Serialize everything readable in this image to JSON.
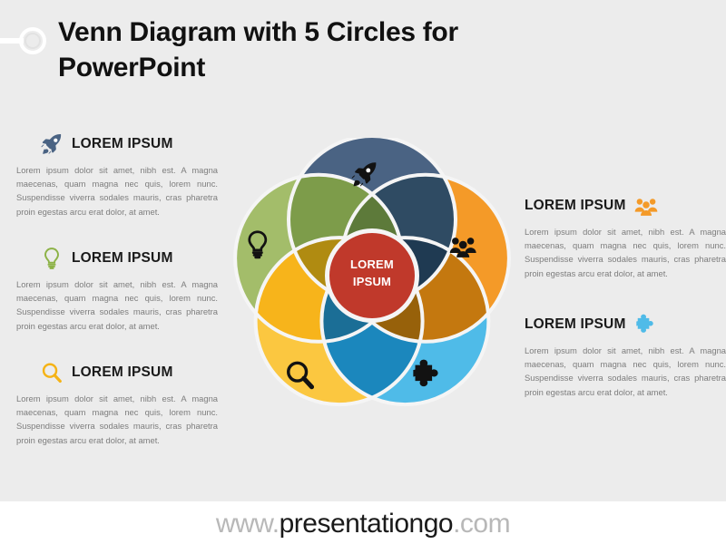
{
  "page": {
    "title_line1": "Venn Diagram with 5 Circles for",
    "title_line2": "PowerPoint",
    "background_color": "#ececec",
    "body_text": "Lorem ipsum dolor sit amet, nibh est. A magna maecenas, quam magna nec quis, lorem nunc. Suspendisse viverra sodales mauris, cras pharetra proin egestas arcu erat dolor, at amet."
  },
  "venn": {
    "center_label_line1": "LOREM",
    "center_label_line2": "IPSUM",
    "center_color": "#c0392b",
    "stroke_color": "#f5f5f5",
    "segments": [
      {
        "key": "rocket",
        "label": "LOREM IPSUM",
        "icon": "rocket-icon",
        "color": "#4a6383",
        "icon_color": "#4a6383"
      },
      {
        "key": "people",
        "label": "LOREM IPSUM",
        "icon": "people-icon",
        "color": "#f49a28",
        "icon_color": "#f49a28"
      },
      {
        "key": "puzzle",
        "label": "LOREM IPSUM",
        "icon": "puzzle-icon",
        "color": "#4fbbe8",
        "icon_color": "#4fbbe8"
      },
      {
        "key": "search",
        "label": "LOREM IPSUM",
        "icon": "magnifier-icon",
        "color": "#fbc740",
        "icon_color": "#f5b316"
      },
      {
        "key": "idea",
        "label": "LOREM IPSUM",
        "icon": "lightbulb-icon",
        "color": "#a3bd6a",
        "icon_color": "#8cb246"
      }
    ]
  },
  "blocks": {
    "left": [
      {
        "label": "LOREM IPSUM",
        "icon": "rocket-icon",
        "icon_color": "#4a6383",
        "text": "Lorem ipsum dolor sit amet, nibh est. A magna maecenas, quam magna nec quis, lorem nunc. Suspendisse viverra sodales mauris, cras pharetra proin egestas arcu erat dolor, at amet."
      },
      {
        "label": "LOREM IPSUM",
        "icon": "lightbulb-icon",
        "icon_color": "#8cb246",
        "text": "Lorem ipsum dolor sit amet, nibh est. A magna maecenas, quam magna nec quis, lorem nunc. Suspendisse viverra sodales mauris, cras pharetra proin egestas arcu erat dolor, at amet."
      },
      {
        "label": "LOREM IPSUM",
        "icon": "magnifier-icon",
        "icon_color": "#f5b316",
        "text": "Lorem ipsum dolor sit amet, nibh est. A magna maecenas, quam magna nec quis, lorem nunc. Suspendisse viverra sodales mauris, cras pharetra proin egestas arcu erat dolor, at amet."
      }
    ],
    "right": [
      {
        "label": "LOREM IPSUM",
        "icon": "people-icon",
        "icon_color": "#f49a28",
        "text": "Lorem ipsum dolor sit amet, nibh est. A magna maecenas, quam magna nec quis, lorem nunc. Suspendisse viverra sodales mauris, cras pharetra proin egestas arcu erat dolor, at amet."
      },
      {
        "label": "LOREM IPSUM",
        "icon": "puzzle-icon",
        "icon_color": "#4fbbe8",
        "text": "Lorem ipsum dolor sit amet, nibh est. A magna maecenas, quam magna nec quis, lorem nunc. Suspendisse viverra sodales mauris, cras pharetra proin egestas arcu erat dolor, at amet."
      }
    ]
  },
  "footer": {
    "prefix": "www.",
    "brand": "presentationgo",
    "suffix": ".com"
  }
}
